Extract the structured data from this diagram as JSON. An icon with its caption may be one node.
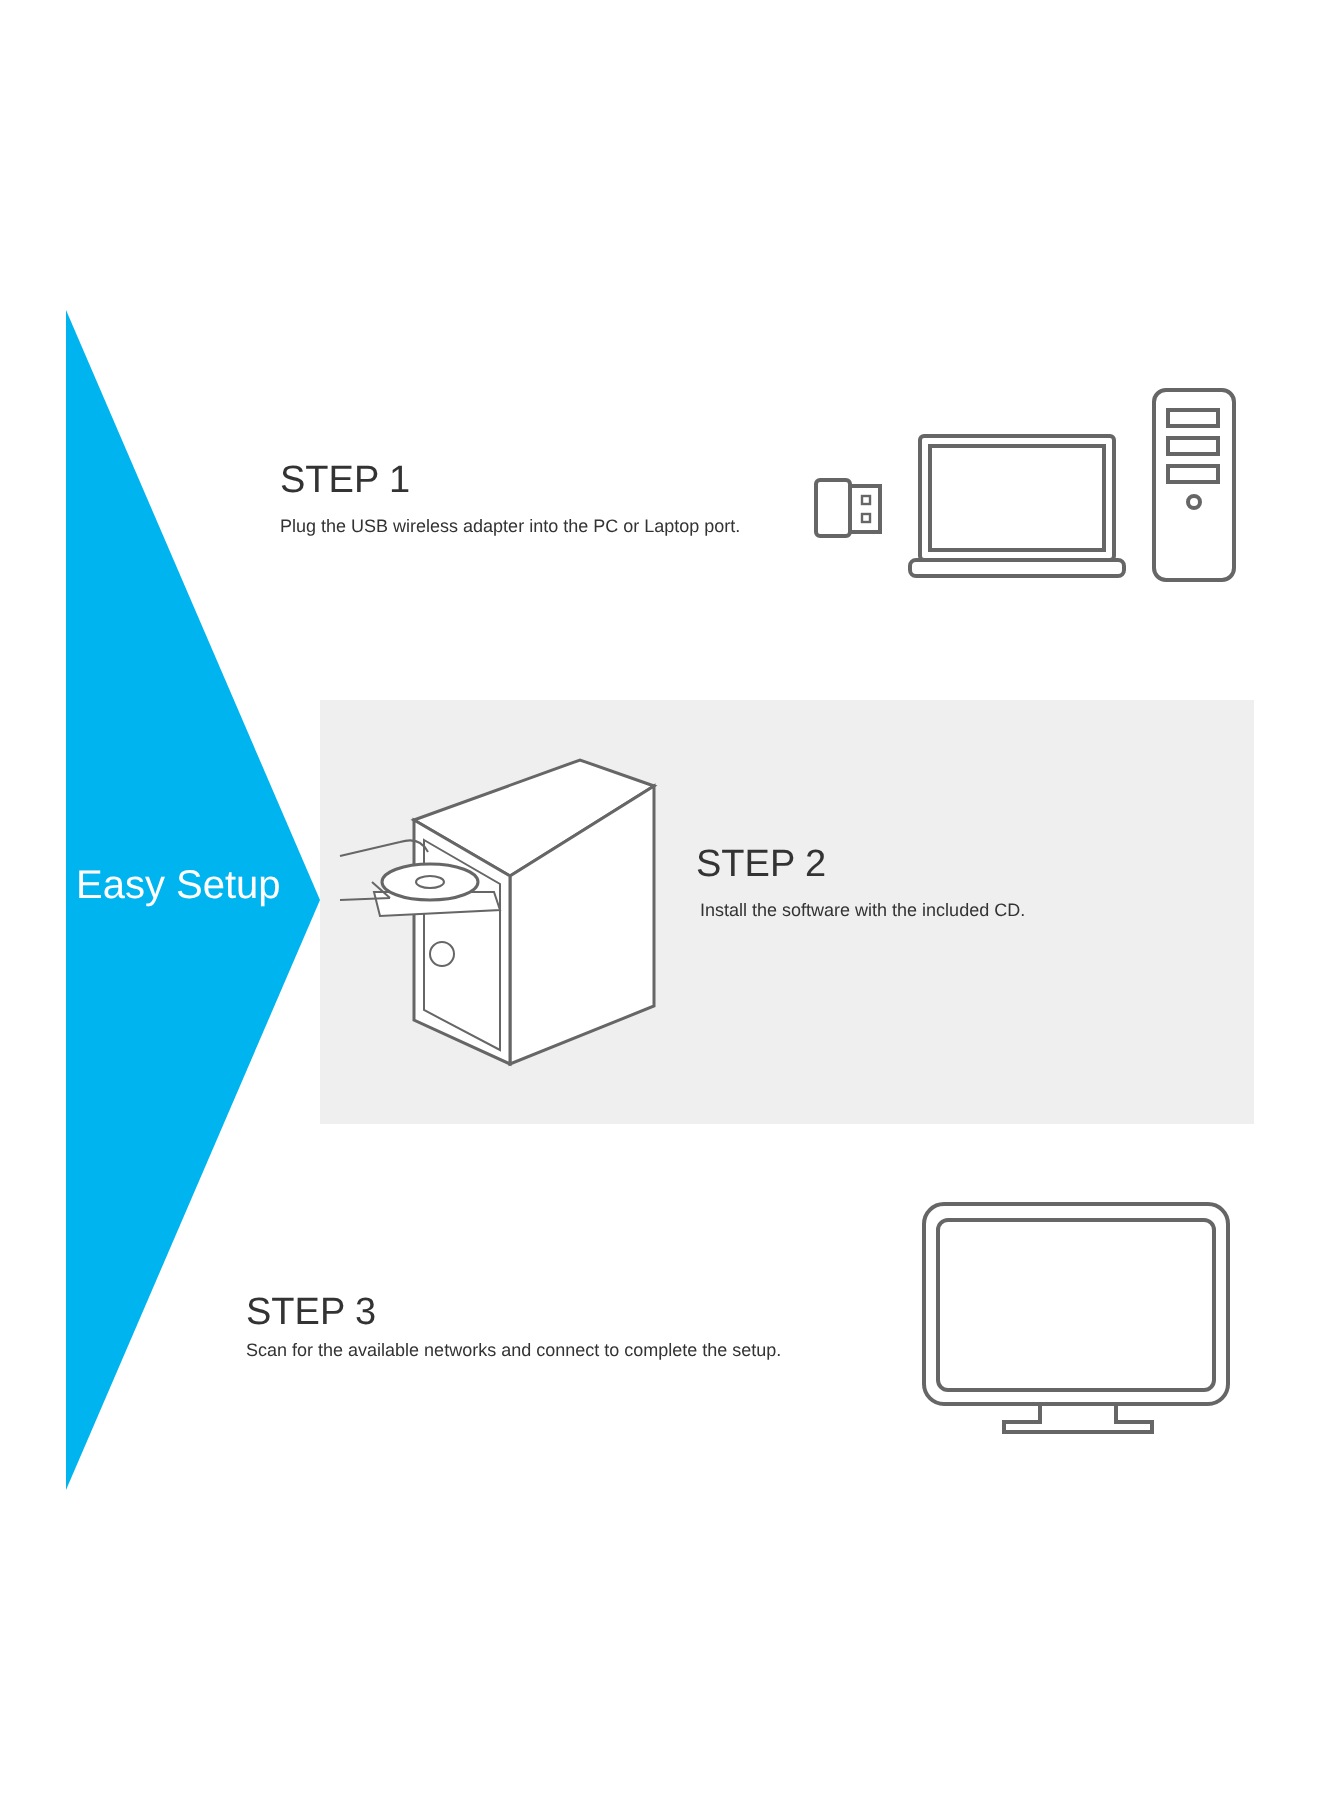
{
  "diagram": {
    "nodes": [
      {
        "text": [
          "Easy Setup"
        ]
      },
      {
        "text": [
          "STEP 2",
          "Install the software with the included CD."
        ]
      }
    ],
    "labels": [
      "STEP 1",
      "Plug the USB wireless adapter into the PC or Laptop port.",
      "STEP 3",
      "Scan for the available networks and connect to complete the setup."
    ]
  }
}
